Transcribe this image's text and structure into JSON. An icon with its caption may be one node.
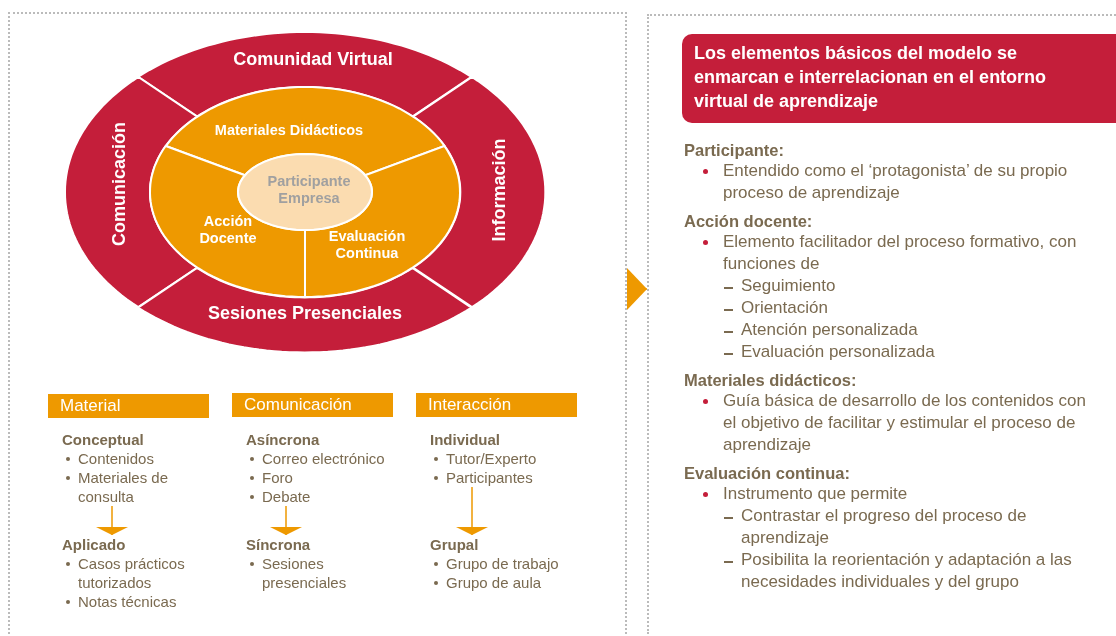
{
  "diagram": {
    "nodes": [
      {
        "text": [],
        "shape": "box"
      },
      {
        "text": [
          "Comunidad Virtual"
        ],
        "in": 0
      },
      {
        "text": [
          "Comunicación"
        ],
        "in": 0
      },
      {
        "text": [
          "Información"
        ],
        "in": 0
      },
      {
        "text": [
          "Sesiones Presenciales"
        ],
        "in": 0
      },
      {
        "text": [
          "Materiales Didácticos"
        ],
        "in": 0
      },
      {
        "text": [
          "Acción Docente"
        ],
        "in": 0
      },
      {
        "text": [
          "Evaluación Continua"
        ],
        "in": 0
      },
      {
        "text": [
          "Participante Empresa"
        ],
        "in": 0
      },
      {
        "text": [
          "Material"
        ],
        "in": 0
      },
      {
        "text": [
          "Comunicación"
        ],
        "in": 0
      },
      {
        "text": [
          "Interacción"
        ],
        "in": 0
      },
      {
        "text": [
          "Conceptual",
          "Contenidos",
          "Materiales de consulta"
        ],
        "in": 0
      },
      {
        "text": [
          "Aplicado",
          "Casos prácticos tutorizados",
          "Notas técnicas"
        ],
        "in": 0
      },
      {
        "text": [
          "Asíncrona",
          "Correo electrónico",
          "Foro",
          "Debate"
        ],
        "in": 0
      },
      {
        "text": [
          "Síncrona",
          "Sesiones presenciales"
        ],
        "in": 0
      },
      {
        "text": [
          "Individual",
          "Tutor/Experto",
          "Participantes"
        ],
        "in": 0
      },
      {
        "text": [
          "Grupal",
          "Grupo de trabajo",
          "Grupo de aula"
        ],
        "in": 0
      },
      {
        "text": [],
        "shape": "box"
      },
      {
        "text": [
          "Los elementos básicos del modelo se enmarcan e interrelacionan en el entorno virtual de aprendizaje"
        ],
        "in": 18
      }
    ],
    "edges": [
      {
        "from": 12,
        "to": 13,
        "arrow": "to"
      },
      {
        "from": 14,
        "to": 15,
        "arrow": "to"
      },
      {
        "from": 16,
        "to": 17,
        "arrow": "to"
      },
      {
        "from": 0,
        "to": 18,
        "arrow": "to"
      }
    ],
    "labels": [
      "Participante:",
      "Entendido como el ‘protagonista’ de su propio proceso de aprendizaje",
      "Acción docente:",
      "Elemento facilitador del proceso formativo, con funciones de",
      "Seguimiento",
      "Orientación",
      "Atención personalizada",
      "Evaluación personalizada",
      "Materiales didácticos:",
      "Guía básica de desarrollo de los contenidos con el objetivo de facilitar y estimular el proceso de aprendizaje",
      "Evaluación continua:",
      "Instrumento que permite",
      "Contrastar el progreso del proceso de aprendizaje",
      "Posibilita la reorientación y adaptación a las necesidades individuales y del grupo"
    ]
  }
}
